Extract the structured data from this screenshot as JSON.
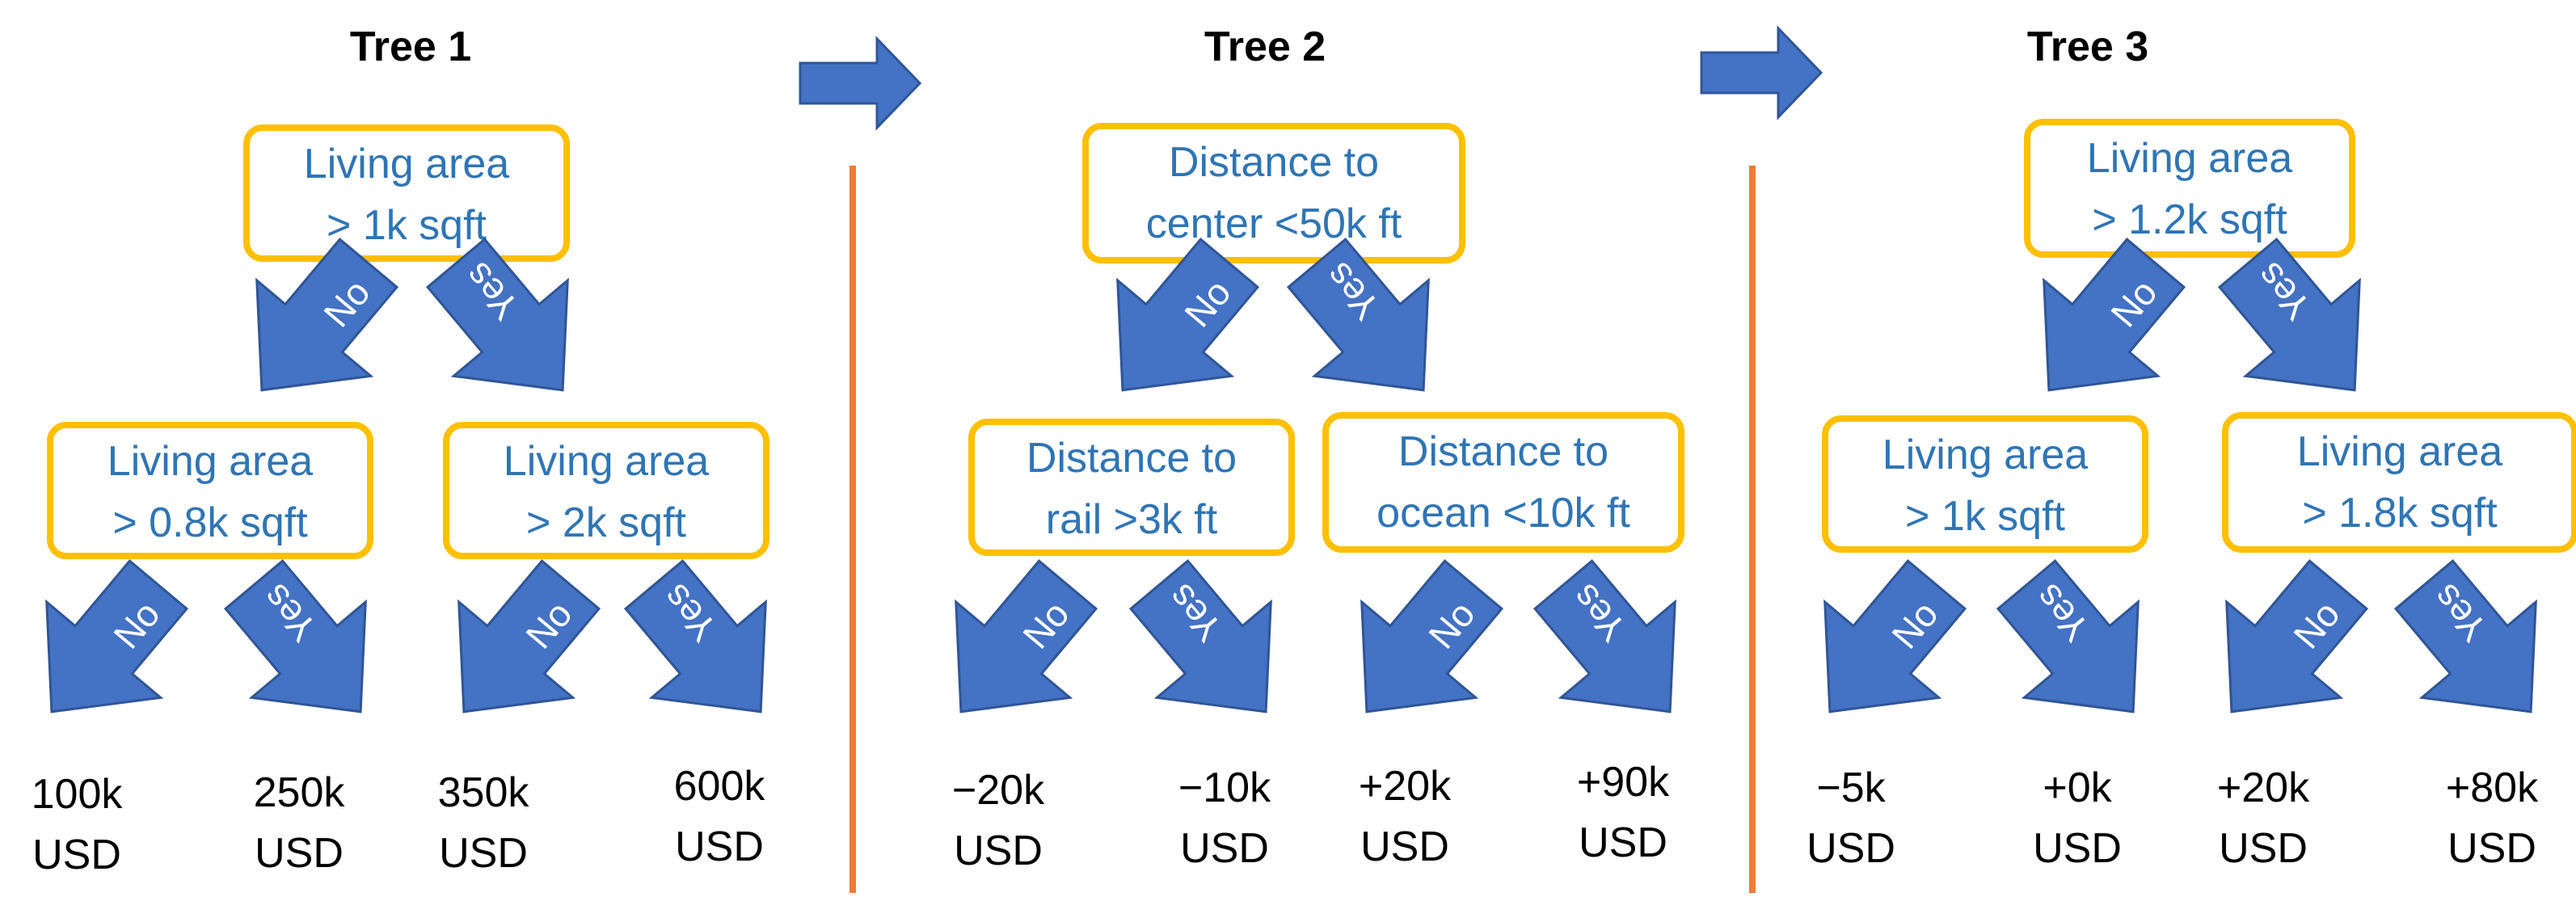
{
  "colors": {
    "node_border": "#FFC000",
    "node_text": "#2E75B6",
    "arrow_fill": "#4472C4",
    "arrow_stroke": "#2F5597",
    "divider": "#ED7D31",
    "leaf_text": "#000000",
    "title_text": "#000000"
  },
  "icons": {
    "between_trees": "right-arrow-icon",
    "branch": "down-arrow-icon"
  },
  "trees": [
    {
      "title": "Tree 1",
      "root": [
        "Living area",
        "> 1k sqft"
      ],
      "left": [
        "Living area",
        "> 0.8k sqft"
      ],
      "right": [
        "Living area",
        "> 2k sqft"
      ],
      "branch_no": "No",
      "branch_yes": "Yes",
      "leaves": [
        [
          "100k",
          "USD"
        ],
        [
          "250k",
          "USD"
        ],
        [
          "350k",
          "USD"
        ],
        [
          "600k",
          "USD"
        ]
      ]
    },
    {
      "title": "Tree 2",
      "root": [
        "Distance to",
        "center <50k ft"
      ],
      "left": [
        "Distance to",
        "rail >3k ft"
      ],
      "right": [
        "Distance to",
        "ocean <10k ft"
      ],
      "branch_no": "No",
      "branch_yes": "Yes",
      "leaves": [
        [
          "−20k",
          "USD"
        ],
        [
          "−10k",
          "USD"
        ],
        [
          "+20k",
          "USD"
        ],
        [
          "+90k",
          "USD"
        ]
      ]
    },
    {
      "title": "Tree 3",
      "root": [
        "Living area",
        "> 1.2k sqft"
      ],
      "left": [
        "Living area",
        "> 1k sqft"
      ],
      "right": [
        "Living area",
        "> 1.8k sqft"
      ],
      "branch_no": "No",
      "branch_yes": "Yes",
      "leaves": [
        [
          "−5k",
          "USD"
        ],
        [
          "+0k",
          "USD"
        ],
        [
          "+20k",
          "USD"
        ],
        [
          "+80k",
          "USD"
        ]
      ]
    }
  ]
}
